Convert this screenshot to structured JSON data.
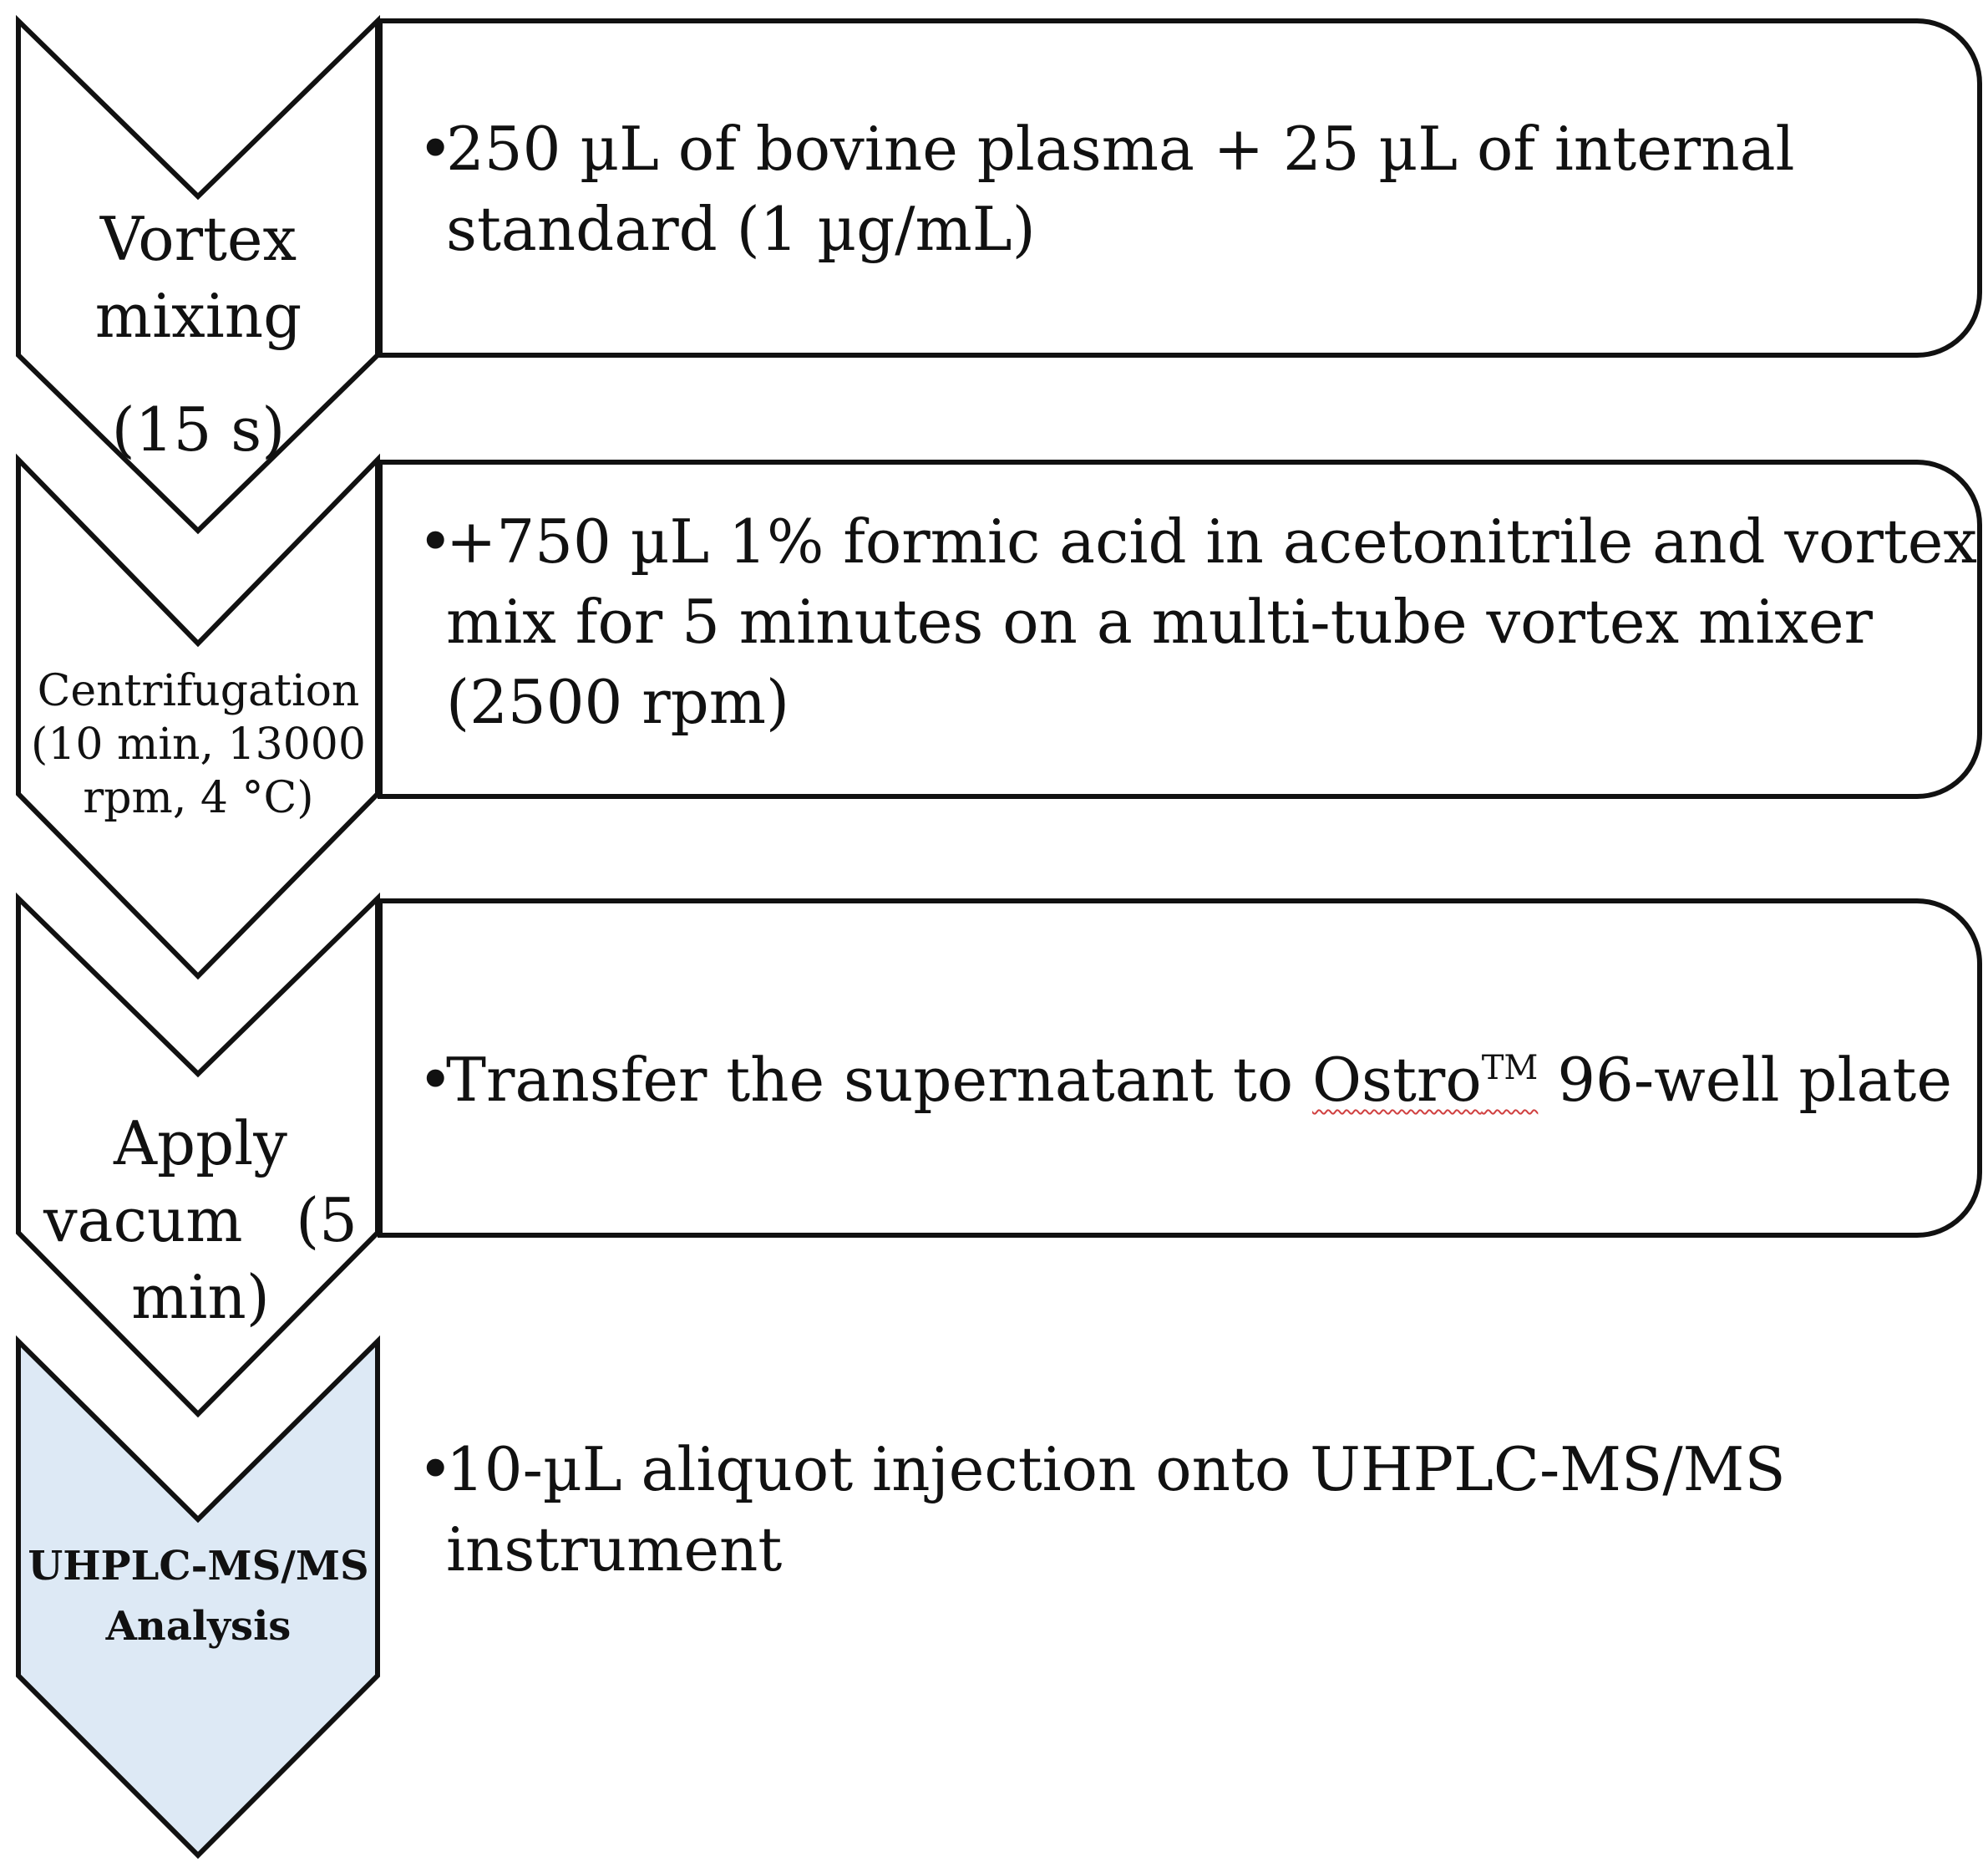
{
  "steps": [
    {
      "chevron_lines": [
        "Vortex",
        "mixing",
        "(15 s)"
      ],
      "bullet": "•",
      "text_lines": [
        "250 µL of bovine plasma + 25 µL of internal",
        "standard (1 µg/mL)"
      ]
    },
    {
      "chevron_lines": [
        "Centrifugation",
        "(10 min, 13000",
        "rpm,  4 °C)"
      ],
      "bullet": "•",
      "text_lines": [
        "+750 µL 1% formic acid in acetonitrile and vortex",
        "mix for 5 minutes on a multi-tube vortex mixer",
        "(2500 rpm)"
      ]
    },
    {
      "chevron_lines": [
        "Apply",
        "vacum",
        "(5",
        "min)"
      ],
      "bullet": "•",
      "text_before": "Transfer the supernatant to ",
      "text_brand": "Ostro",
      "text_tm": "TM",
      "text_after": " 96-well plate"
    },
    {
      "chevron_lines": [
        "UHPLC-MS/MS",
        "Analysis"
      ],
      "bullet": "•",
      "text_lines": [
        "10-µL aliquot injection onto UHPLC-MS/MS",
        "instrument"
      ]
    }
  ],
  "colors": {
    "stroke": "#111111",
    "final_chevron_fill": "#dde9f5",
    "spell_underline": "#d04040"
  }
}
